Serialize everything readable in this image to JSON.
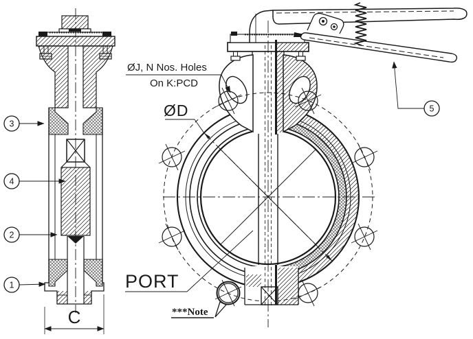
{
  "drawing": {
    "subject": "wafer-butterfly-valve-general-arrangement",
    "views": {
      "left": "side section view",
      "right": "front view with lever handle"
    },
    "labels": {
      "holes_line1": "ØJ, N Nos. Holes",
      "holes_line2": "On K:PCD",
      "diameter": "ØD",
      "port": "PORT",
      "note": "***Note",
      "dim_c": "C"
    },
    "callouts": [
      {
        "label": "1"
      },
      {
        "label": "2"
      },
      {
        "label": "3"
      },
      {
        "label": "4"
      },
      {
        "label": "5"
      }
    ],
    "colors": {
      "line": "#1a1a1a",
      "background": "#ffffff"
    }
  }
}
